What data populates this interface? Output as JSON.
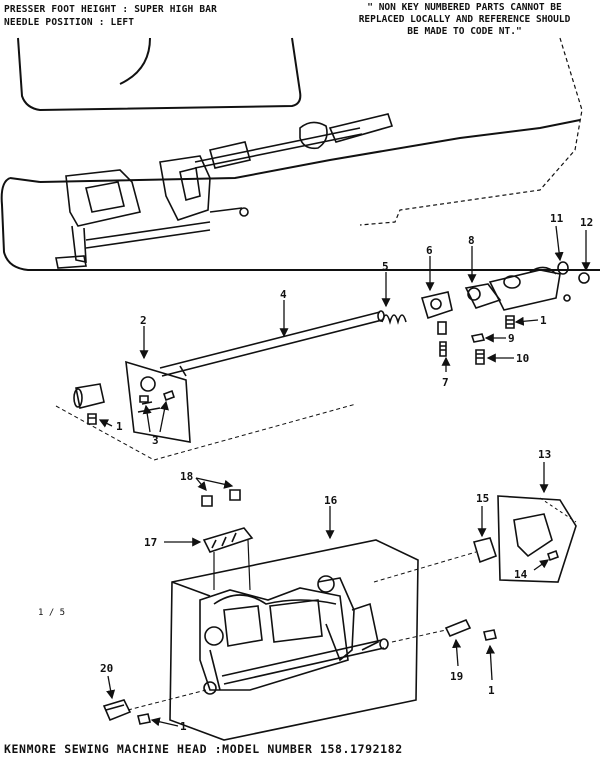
{
  "header": {
    "line1": "PRESSER FOOT HEIGHT : SUPER HIGH BAR",
    "line2": "NEEDLE POSITION : LEFT"
  },
  "note": {
    "text": "\" NON KEY NUMBERED PARTS CANNOT BE REPLACED LOCALLY AND REFERENCE SHOULD BE MADE TO CODE NT.\""
  },
  "footer": {
    "title": "KENMORE SEWING MACHINE HEAD :MODEL NUMBER 158.1792182"
  },
  "page_number": "1 / 5",
  "callouts": [
    {
      "id": "c1a",
      "label": "1"
    },
    {
      "id": "c1b",
      "label": "1"
    },
    {
      "id": "c1c",
      "label": "1"
    },
    {
      "id": "c1d",
      "label": "1"
    },
    {
      "id": "c2",
      "label": "2"
    },
    {
      "id": "c3",
      "label": "3"
    },
    {
      "id": "c4",
      "label": "4"
    },
    {
      "id": "c5",
      "label": "5"
    },
    {
      "id": "c6",
      "label": "6"
    },
    {
      "id": "c7",
      "label": "7"
    },
    {
      "id": "c8",
      "label": "8"
    },
    {
      "id": "c9",
      "label": "9"
    },
    {
      "id": "c10",
      "label": "10"
    },
    {
      "id": "c11",
      "label": "11"
    },
    {
      "id": "c12",
      "label": "12"
    },
    {
      "id": "c13",
      "label": "13"
    },
    {
      "id": "c14",
      "label": "14"
    },
    {
      "id": "c15",
      "label": "15"
    },
    {
      "id": "c16",
      "label": "16"
    },
    {
      "id": "c17",
      "label": "17"
    },
    {
      "id": "c18",
      "label": "18"
    },
    {
      "id": "c19",
      "label": "19"
    },
    {
      "id": "c20",
      "label": "20"
    }
  ]
}
